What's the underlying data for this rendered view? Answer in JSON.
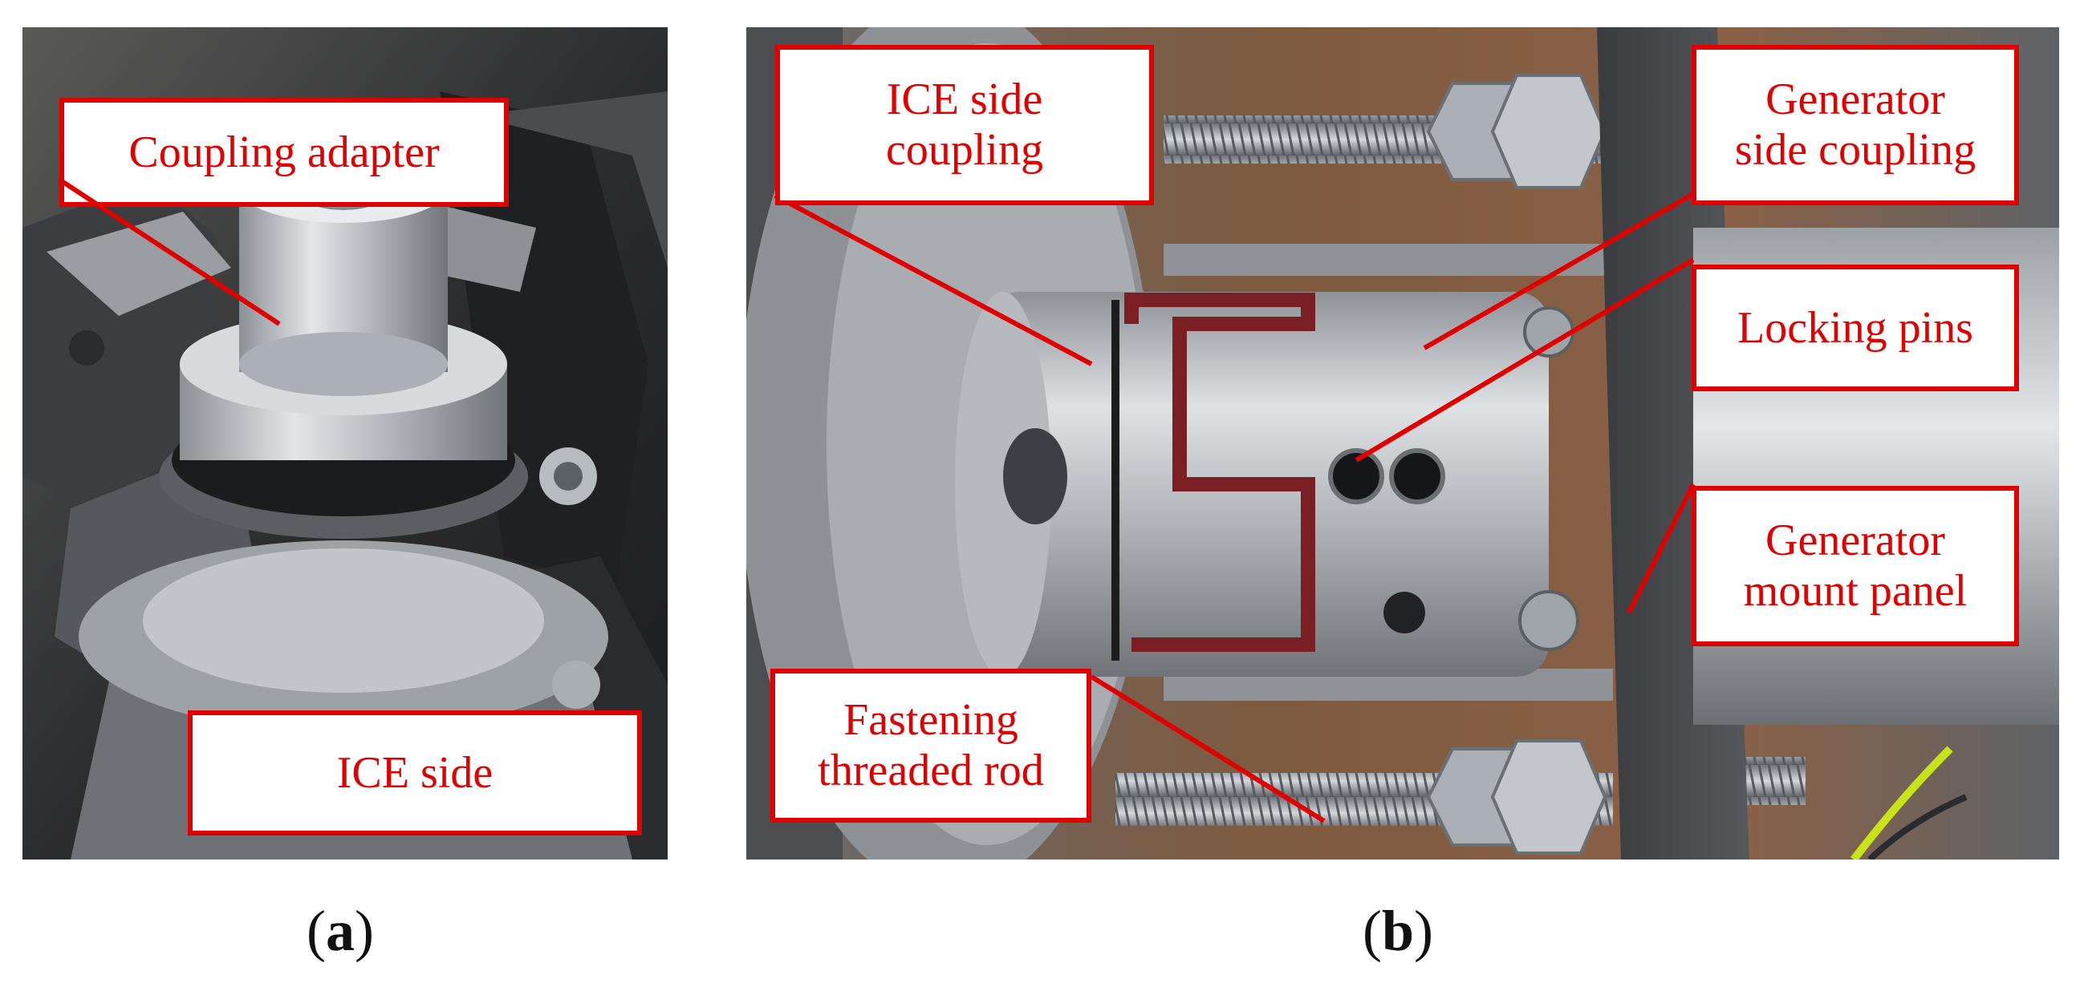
{
  "panel_a": {
    "label_letter": "a",
    "callouts": {
      "coupling_adapter": "Coupling adapter",
      "ice_side": "ICE side"
    }
  },
  "panel_b": {
    "label_letter": "b",
    "callouts": {
      "ice_side_coupling": "ICE side\ncoupling",
      "generator_side_coupling": "Generator\nside coupling",
      "locking_pins": "Locking pins",
      "generator_mount_panel": "Generator\nmount panel",
      "fastening_threaded_rod": "Fastening\nthreaded rod"
    }
  },
  "colors": {
    "callout_red": "#e00000",
    "coupling_red": "#7a1f24",
    "aluminum": "#c9ccd0"
  }
}
